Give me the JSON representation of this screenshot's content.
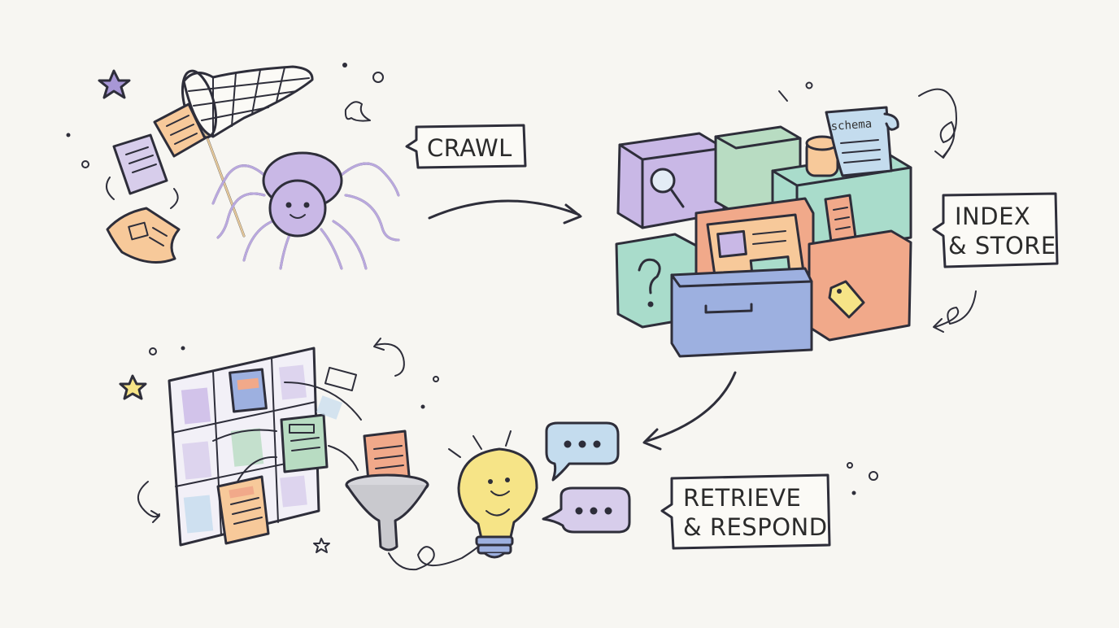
{
  "colors": {
    "background": "#f7f6f2",
    "ink": "#2e2e3a",
    "purple": "#c9b8e6",
    "green": "#b8dcc2",
    "mint": "#a9dccb",
    "peach": "#f1a98a",
    "blue": "#9db0e0",
    "orange": "#f7c99a",
    "yellow": "#f6e487",
    "lightblue": "#c4dcee",
    "lavender": "#d7cdeb"
  },
  "labels": {
    "crawl": "CRAWL",
    "index_line1": "INDEX",
    "index_line2": "& STORE",
    "retrieve_line1": "RETRIEVE",
    "retrieve_line2": "& RESPOND",
    "schema": "schema"
  },
  "icons": {
    "spider": "spider-icon",
    "net": "butterfly-net-icon",
    "storage": "storage-blocks-icon",
    "magnifier": "magnifier-icon",
    "question": "question-mark-icon",
    "tag": "tag-icon",
    "grid": "document-grid-icon",
    "funnel": "funnel-icon",
    "lightbulb": "lightbulb-icon",
    "chat": "chat-bubble-icon"
  }
}
